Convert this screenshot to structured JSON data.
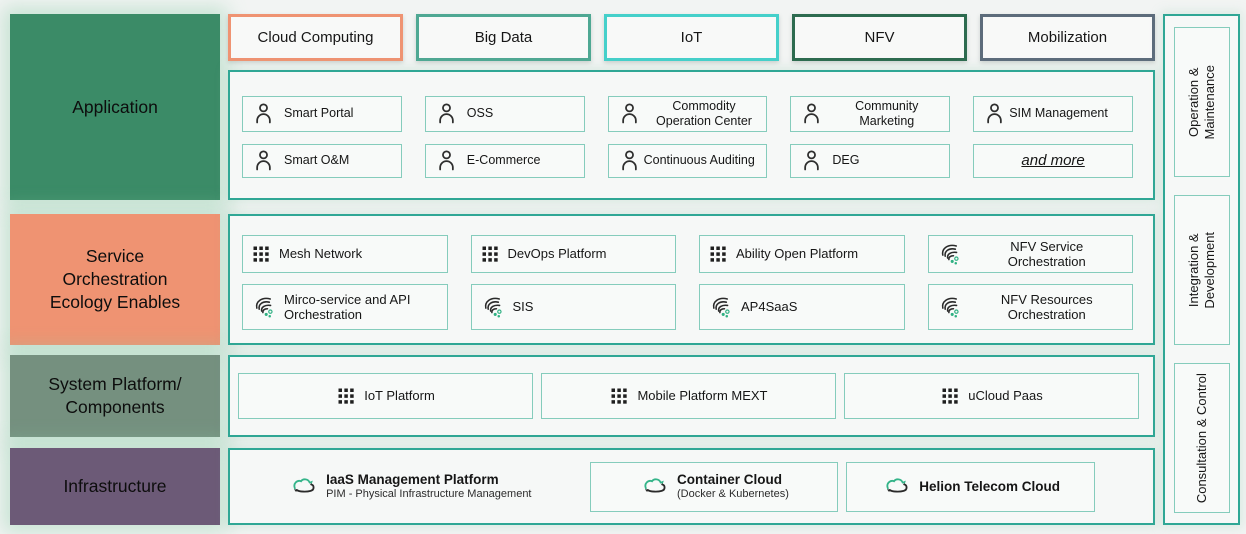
{
  "left_labels": [
    {
      "label": "Application",
      "bg": "#3b8b67"
    },
    {
      "label": "Service\nOrchestration\nEcology Enables",
      "bg": "#ef9372"
    },
    {
      "label": "System Platform/\nComponents",
      "bg": "#75907f"
    },
    {
      "label": "Infrastructure",
      "bg": "#6c5a77"
    }
  ],
  "badges": [
    {
      "label": "Cloud Computing",
      "border": "#ef9372"
    },
    {
      "label": "Big Data",
      "border": "#4fa893"
    },
    {
      "label": "IoT",
      "border": "#45d0ca"
    },
    {
      "label": "NFV",
      "border": "#2d6b4f"
    },
    {
      "label": "Mobilization",
      "border": "#5d6c7b"
    }
  ],
  "application": {
    "row1": [
      {
        "icon": "person-icon",
        "label": "Smart Portal"
      },
      {
        "icon": "person-icon",
        "label": "OSS"
      },
      {
        "icon": "person-icon",
        "label": "Commodity Operation Center"
      },
      {
        "icon": "person-icon",
        "label": "Community Marketing"
      },
      {
        "icon": "person-icon",
        "label": "SIM Management"
      }
    ],
    "row2": [
      {
        "icon": "person-icon",
        "label": "Smart O&M"
      },
      {
        "icon": "person-icon",
        "label": "E-Commerce"
      },
      {
        "icon": "person-icon",
        "label": "Continuous Auditing"
      },
      {
        "icon": "person-icon",
        "label": "DEG"
      },
      {
        "icon": "none",
        "label": "and more"
      }
    ]
  },
  "service": {
    "row1": [
      {
        "icon": "grid-icon",
        "label": "Mesh Network"
      },
      {
        "icon": "grid-icon",
        "label": "DevOps Platform"
      },
      {
        "icon": "grid-icon",
        "label": "Ability Open Platform"
      },
      {
        "icon": "orchestration-icon",
        "label": "NFV Service Orchestration"
      }
    ],
    "row2": [
      {
        "icon": "orchestration-icon",
        "label": "Mirco-service and API Orchestration"
      },
      {
        "icon": "orchestration-icon",
        "label": "SIS"
      },
      {
        "icon": "orchestration-icon",
        "label": "AP4SaaS"
      },
      {
        "icon": "orchestration-icon",
        "label": "NFV Resources Orchestration"
      }
    ]
  },
  "system": {
    "items": [
      {
        "icon": "grid-icon",
        "label": "IoT Platform"
      },
      {
        "icon": "grid-icon",
        "label": "Mobile Platform MEXT"
      },
      {
        "icon": "grid-icon",
        "label": "uCloud Paas"
      }
    ]
  },
  "infrastructure": {
    "items": [
      {
        "icon": "cloud-sync-icon",
        "label": "IaaS Management Platform",
        "sublabel": "PIM - Physical Infrastructure Management"
      },
      {
        "icon": "cloud-sync-icon",
        "label": "Container Cloud",
        "sublabel": "(Docker & Kubernetes)"
      },
      {
        "icon": "cloud-sync-icon",
        "label": "Helion Telecom Cloud"
      }
    ]
  },
  "sidebar": [
    {
      "label": "Operation &\nMaintenance"
    },
    {
      "label": "Integration &\nDevelopment"
    },
    {
      "label": "Consultation & Control"
    }
  ],
  "colors": {
    "container_border": "#2fa795",
    "item_border": "#85ccbc",
    "accent_green": "#2fb183",
    "background": "#f2f4f3"
  }
}
